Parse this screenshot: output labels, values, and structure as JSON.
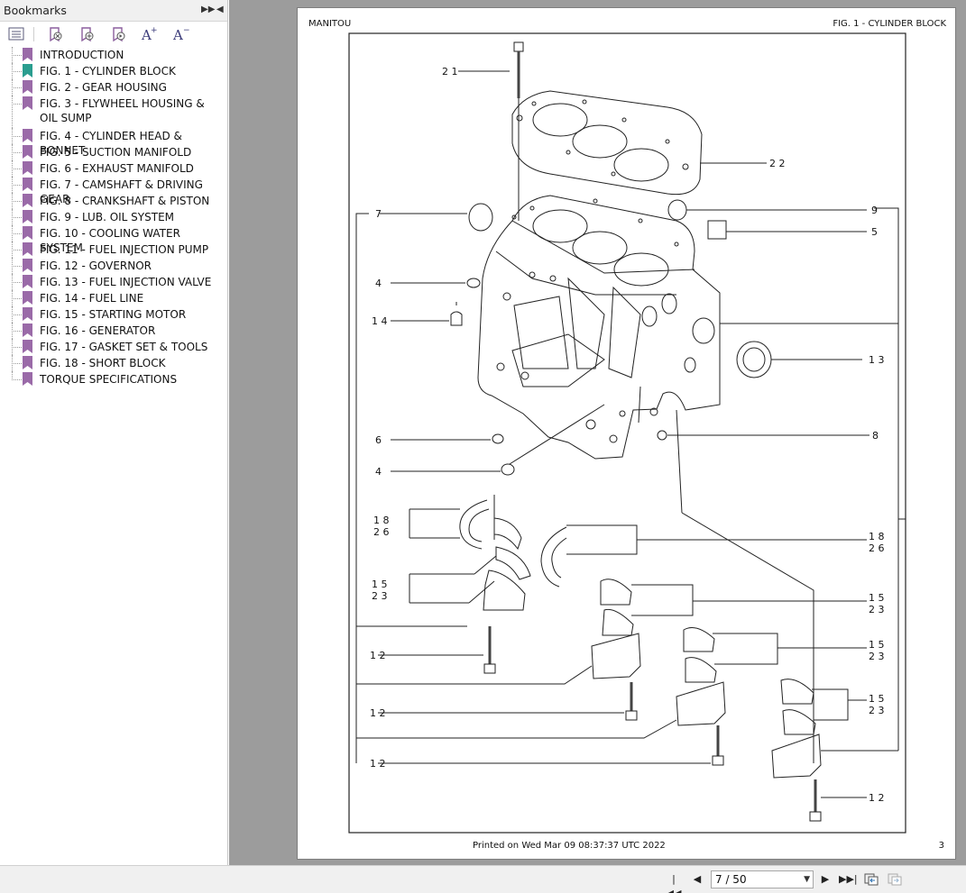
{
  "sidebar": {
    "title": "Bookmarks",
    "items": [
      {
        "label": "INTRODUCTION",
        "color": "#9a6aa8"
      },
      {
        "label": "FIG. 1 - CYLINDER BLOCK",
        "color": "#2a9d8f",
        "selected": true
      },
      {
        "label": "FIG. 2 - GEAR HOUSING",
        "color": "#9a6aa8"
      },
      {
        "label": "FIG. 3 - FLYWHEEL HOUSING & OIL SUMP",
        "color": "#9a6aa8"
      },
      {
        "label": "FIG. 4 - CYLINDER HEAD & BONNET",
        "color": "#9a6aa8"
      },
      {
        "label": "FIG. 5 - SUCTION MANIFOLD",
        "color": "#9a6aa8"
      },
      {
        "label": "FIG. 6 - EXHAUST MANIFOLD",
        "color": "#9a6aa8"
      },
      {
        "label": "FIG. 7 - CAMSHAFT & DRIVING GEAR",
        "color": "#9a6aa8"
      },
      {
        "label": "FIG. 8 - CRANKSHAFT & PISTON",
        "color": "#9a6aa8"
      },
      {
        "label": "FIG. 9 - LUB. OIL SYSTEM",
        "color": "#9a6aa8"
      },
      {
        "label": "FIG. 10 - COOLING WATER SYSTEM",
        "color": "#9a6aa8"
      },
      {
        "label": "FIG. 11 - FUEL INJECTION PUMP",
        "color": "#9a6aa8"
      },
      {
        "label": "FIG. 12 - GOVERNOR",
        "color": "#9a6aa8"
      },
      {
        "label": "FIG. 13 - FUEL INJECTION VALVE",
        "color": "#9a6aa8"
      },
      {
        "label": "FIG. 14 - FUEL LINE",
        "color": "#9a6aa8"
      },
      {
        "label": "FIG. 15 - STARTING MOTOR",
        "color": "#9a6aa8"
      },
      {
        "label": "FIG. 16 - GENERATOR",
        "color": "#9a6aa8"
      },
      {
        "label": "FIG. 17 - GASKET SET & TOOLS",
        "color": "#9a6aa8"
      },
      {
        "label": "FIG. 18 - SHORT BLOCK",
        "color": "#9a6aa8"
      },
      {
        "label": "TORQUE SPECIFICATIONS",
        "color": "#9a6aa8"
      }
    ],
    "toolbar_icons": [
      "bookmark-options-icon",
      "delete-bookmark-icon",
      "new-bookmark-icon",
      "expand-bookmark-icon",
      "increase-text-size-icon",
      "decrease-text-size-icon"
    ]
  },
  "page": {
    "brand": "MANITOU",
    "figure_title": "FIG. 1 - CYLINDER BLOCK",
    "printed": "Printed on  Wed Mar 09 08:37:37 UTC 2022",
    "page_number": "3",
    "callouts_left": [
      "2 1",
      "7",
      "4",
      "1 4",
      "6",
      "4",
      "1 8",
      "2 6",
      "1 5",
      "2 3",
      "1 2",
      "1 2",
      "1 2"
    ],
    "callouts_right": [
      "2 2",
      "9",
      "5",
      "1 3",
      "8",
      "1 8",
      "2 6",
      "1 5",
      "2 3",
      "1 5",
      "2 3",
      "1 5",
      "2 3",
      "1 2"
    ]
  },
  "nav": {
    "page_display": "7 / 50"
  }
}
